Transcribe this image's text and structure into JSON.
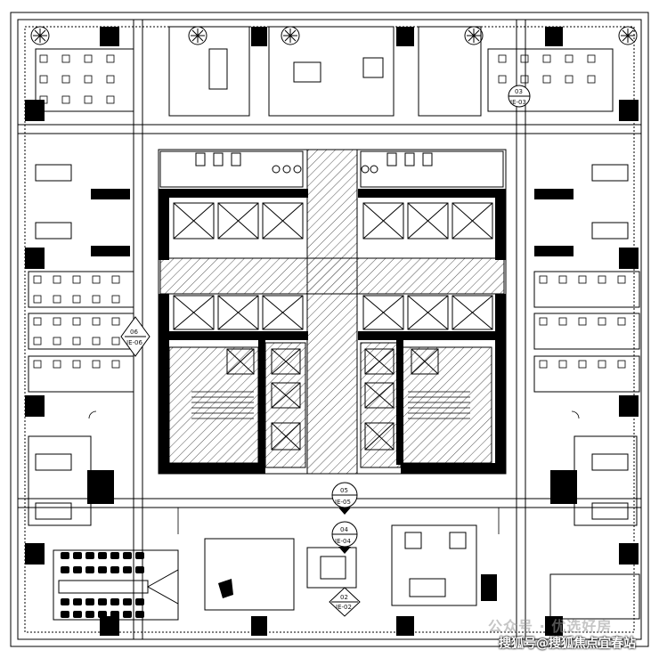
{
  "plan": {
    "section_markers": [
      {
        "id": "m06",
        "number": "06",
        "ref": "IE-06"
      },
      {
        "id": "m05",
        "number": "05",
        "ref": "IE-05"
      },
      {
        "id": "m04",
        "number": "04",
        "ref": "IE-04"
      },
      {
        "id": "m02",
        "number": "02",
        "ref": "IE-02"
      },
      {
        "id": "m03",
        "number": "03",
        "ref": "IE-03"
      }
    ]
  },
  "watermark": {
    "line1": "公众号 · 优选好房",
    "line2": "搜狐号@搜狐焦点宜春站"
  },
  "colors": {
    "line": "#000000",
    "hatch": "#555555",
    "fill": "#000000"
  }
}
